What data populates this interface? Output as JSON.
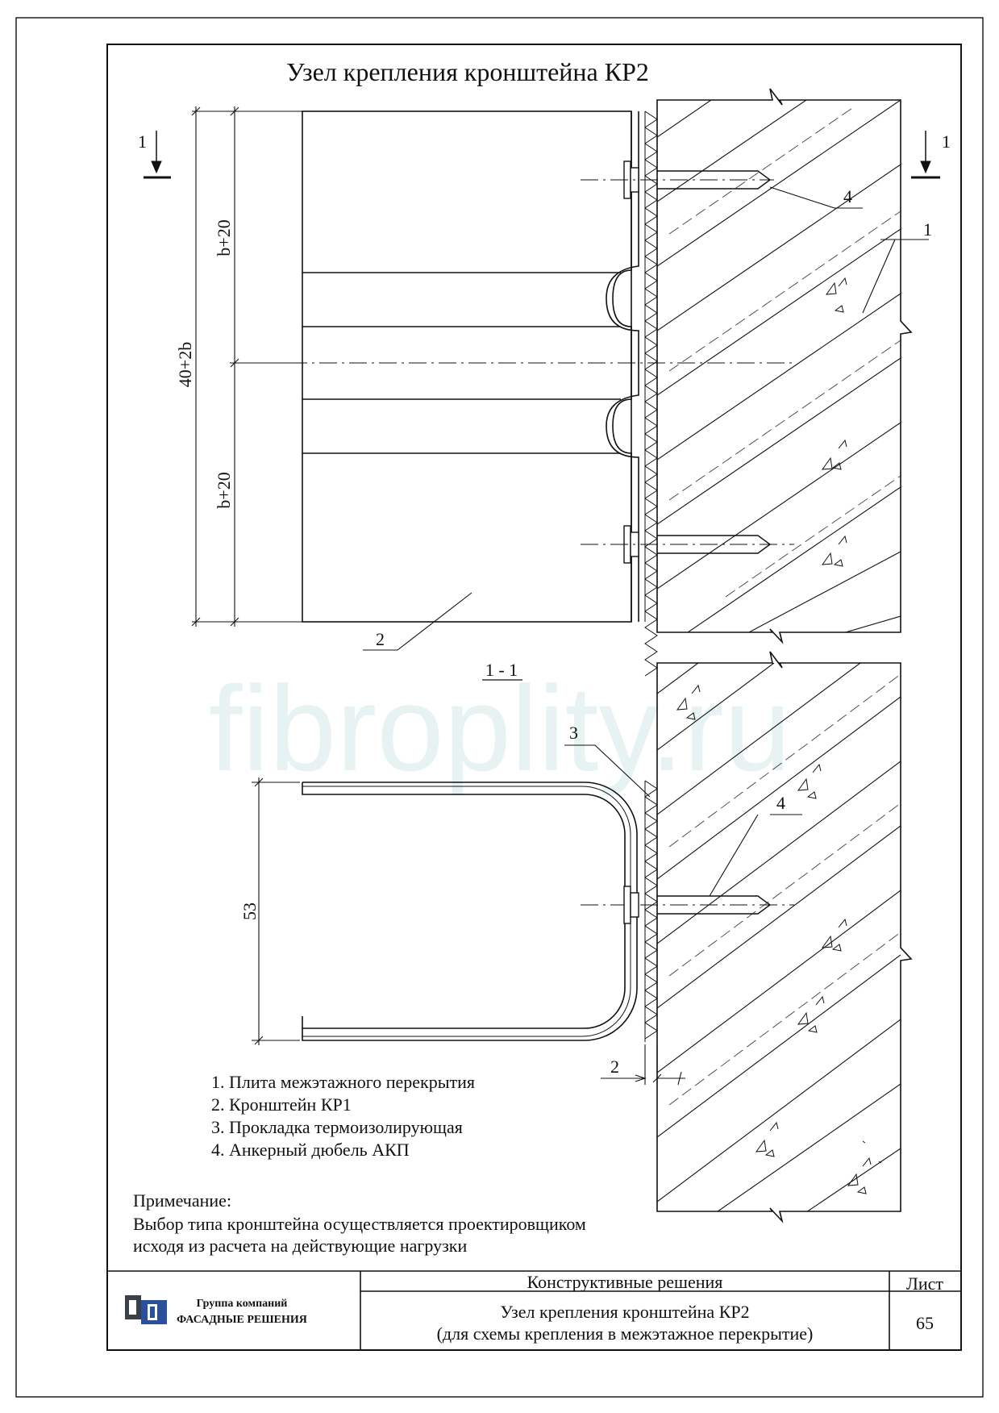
{
  "title": "Узел крепления кронштейна КР2",
  "watermark": "fibroplity.ru",
  "section_marker": "1",
  "section_title": "1 - 1",
  "dimensions": {
    "b_plus_20_top": "b+20",
    "b_plus_20_bottom": "b+20",
    "total_height": "40+2b",
    "profile_depth": "53",
    "gap": "2"
  },
  "callouts": {
    "c1": "1",
    "c2": "2",
    "c3": "3",
    "c4_top": "4",
    "c4_bottom": "4"
  },
  "legend": [
    "1. Плита межэтажного перекрытия",
    "2. Кронштейн КР1",
    "3. Прокладка термоизолирующая",
    "4. Анкерный дюбель АКП"
  ],
  "note": {
    "heading": "Примечание:",
    "line1": "Выбор типа кронштейна осуществляется проектировщиком",
    "line2": "исходя из расчета на действующие нагрузки"
  },
  "title_block": {
    "company_line1": "Группа компаний",
    "company_line2": "ФАСАДНЫЕ РЕШЕНИЯ",
    "section": "Конструктивные решения",
    "sheet_label": "Лист",
    "drawing_title_line1": "Узел крепления кронштейна КР2",
    "drawing_title_line2": "(для схемы крепления в межэтажное перекрытие)",
    "sheet_number": "65"
  },
  "colors": {
    "ink": "#111111",
    "watermark": "#e6f3f2",
    "logo_dark": "#3b3f4a",
    "logo_blue": "#2a4f9c"
  }
}
